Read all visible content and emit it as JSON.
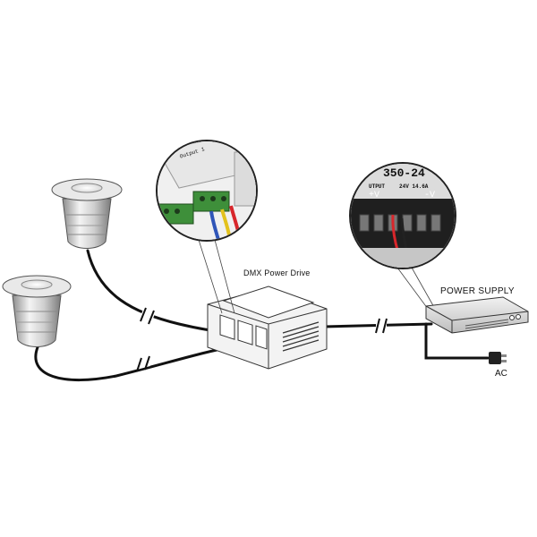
{
  "labels": {
    "dmx_drive": "DMX Power Drive",
    "power_supply": "POWER SUPPLY",
    "ac": "AC"
  },
  "zoom_psu": {
    "model": "350-24",
    "output_label": "UTPUT",
    "rating": "24V 14.6A",
    "plus": "+V",
    "minus": "-V"
  },
  "zoom_drive": {
    "output_label": "Output 1"
  },
  "colors": {
    "cable": "#111111",
    "terminal_green": "#3e8f3a",
    "wire_red": "#d8262b",
    "wire_blue": "#2f55b8",
    "wire_yellow": "#e3c21d"
  }
}
